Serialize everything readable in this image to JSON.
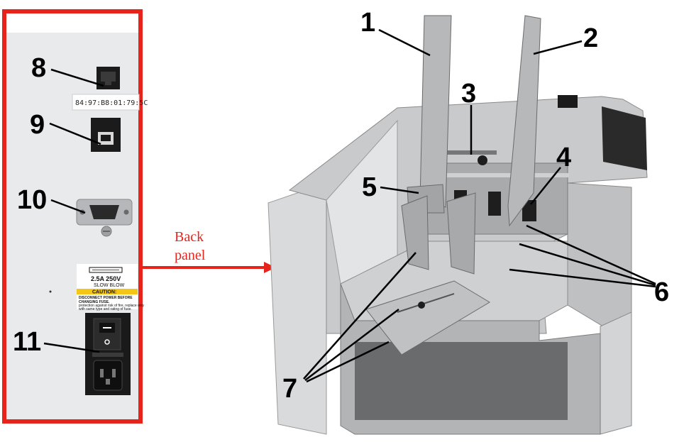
{
  "callouts": {
    "c1": "1",
    "c2": "2",
    "c3": "3",
    "c4": "4",
    "c5": "5",
    "c6": "6",
    "c7": "7",
    "c8": "8",
    "c9": "9",
    "c10": "10",
    "c11": "11"
  },
  "back_panel_label": [
    "Back",
    "panel"
  ],
  "mac_address": "84:97:B8:01:79:5C",
  "fuse_label": {
    "rating": "2.5A  250V",
    "type": "SLOW BLOW",
    "caution_title": "CAUTION:",
    "caution_line1": "DISCONNECT POWER BEFORE",
    "caution_line2": "CHANGING FUSE.",
    "caution_line3": "protection against risk of fire, replace only",
    "caution_line4": "with same type and rating of fuse."
  },
  "colors": {
    "frame_red": "#e8231c",
    "arrow_red": "#e8231c",
    "panel_bg": "#e9eaec"
  }
}
